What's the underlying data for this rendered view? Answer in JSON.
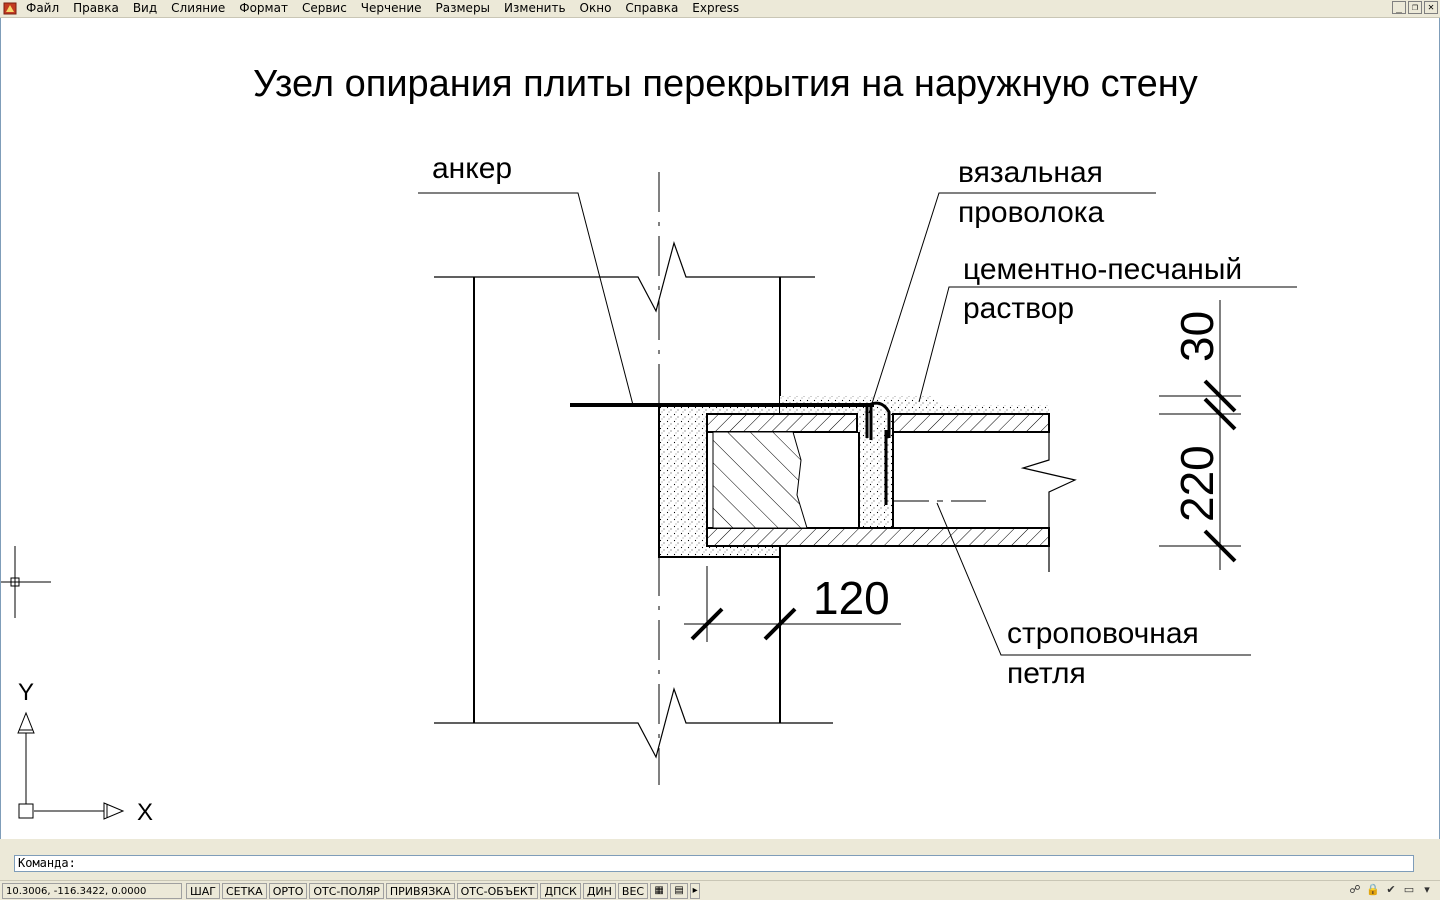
{
  "menu": {
    "items": [
      "Файл",
      "Правка",
      "Вид",
      "Слияние",
      "Формат",
      "Сервис",
      "Черчение",
      "Размеры",
      "Изменить",
      "Окно",
      "Справка",
      "Express"
    ]
  },
  "window_controls": {
    "minimize": "_",
    "restore": "❐",
    "close": "✕"
  },
  "drawing": {
    "title": "Узел опирания плиты перекрытия на наружную стену",
    "labels": {
      "anchor": "анкер",
      "wire_1": "вязальная",
      "wire_2": "проволока",
      "mortar_1": "цементно-песчаный",
      "mortar_2": "раствор",
      "loop_1": "строповочная",
      "loop_2": "петля"
    },
    "dimensions": {
      "wall_bearing": "120",
      "mortar_thickness": "30",
      "slab_thickness": "220"
    },
    "ucs": {
      "y_label": "Y",
      "x_label": "X"
    }
  },
  "command": {
    "prompt": "Команда:"
  },
  "status": {
    "coordinates": "10.3006, -116.3422, 0.0000",
    "toggles": [
      "ШАГ",
      "СЕТКА",
      "ОРТО",
      "ОТС-ПОЛЯР",
      "ПРИВЯЗКА",
      "ОТС-ОБЪЕКТ",
      "ДПСК",
      "ДИН",
      "ВЕС"
    ]
  },
  "colors": {
    "chrome": "#ece9d8",
    "canvas": "#ffffff",
    "ink": "#000000"
  }
}
